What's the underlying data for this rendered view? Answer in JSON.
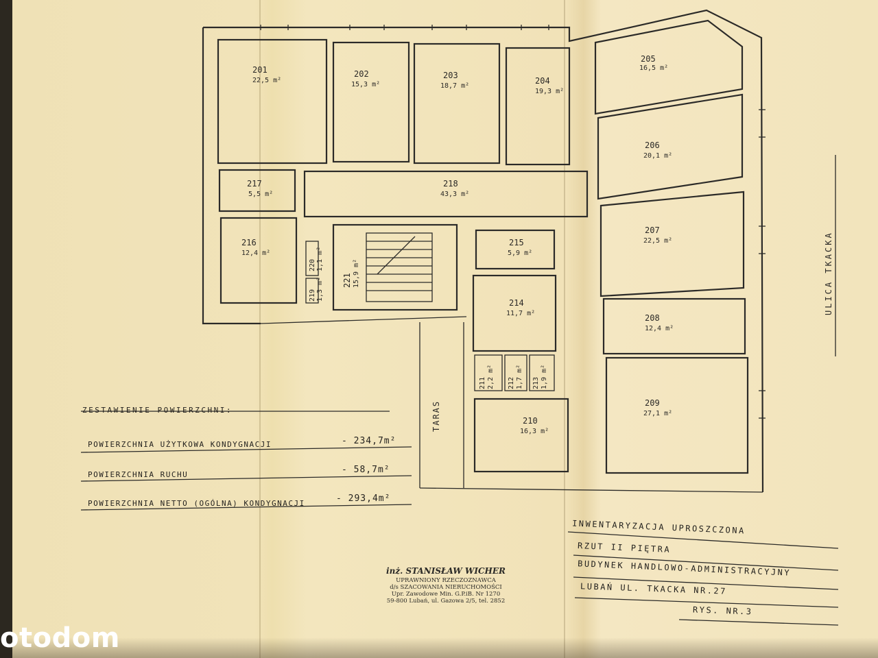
{
  "rooms": [
    {
      "num": "201",
      "area": "22,5 m²"
    },
    {
      "num": "202",
      "area": "15,3 m²"
    },
    {
      "num": "203",
      "area": "18,7 m²"
    },
    {
      "num": "204",
      "area": "19,3 m²"
    },
    {
      "num": "205",
      "area": "16,5 m²"
    },
    {
      "num": "206",
      "area": "20,1 m²"
    },
    {
      "num": "207",
      "area": "22,5 m²"
    },
    {
      "num": "208",
      "area": "12,4 m²"
    },
    {
      "num": "209",
      "area": "27,1 m²"
    },
    {
      "num": "210",
      "area": "16,3 m²"
    },
    {
      "num": "211",
      "area": "2,2 m²"
    },
    {
      "num": "212",
      "area": "1,7 m²"
    },
    {
      "num": "213",
      "area": "1,9 m²"
    },
    {
      "num": "214",
      "area": "11,7 m²"
    },
    {
      "num": "215",
      "area": "5,9 m²"
    },
    {
      "num": "216",
      "area": "12,4 m²"
    },
    {
      "num": "217",
      "area": "5,5 m²"
    },
    {
      "num": "218",
      "area": "43,3 m²"
    },
    {
      "num": "219",
      "area": "1,3 m²"
    },
    {
      "num": "220",
      "area": "1,1 m²"
    },
    {
      "num": "221",
      "area": "15,9 m²"
    }
  ],
  "labels": {
    "taras": "TARAS",
    "street": "ULICA TKACKA"
  },
  "summary": {
    "title": "ZESTAWIENIE POWIERZCHNI:",
    "rows": [
      {
        "label": "POWIERZCHNIA UŻYTKOWA KONDYGNACJI",
        "value": "- 234,7m²"
      },
      {
        "label": "POWIERZCHNIA RUCHU",
        "value": "- 58,7m²"
      },
      {
        "label": "POWIERZCHNIA NETTO (OGÓLNA) KONDYGNACJI",
        "value": "- 293,4m²"
      }
    ]
  },
  "title_block": {
    "line1": "INWENTARYZACJA UPROSZCZONA",
    "line2": "RZUT II PIĘTRA",
    "line3": "BUDYNEK HANDLOWO-ADMINISTRACYJNY",
    "line4": "LUBAŃ UL. TKACKA NR.27",
    "line5": "RYS. NR.3"
  },
  "stamp": {
    "name": "inż. STANISŁAW WICHER",
    "line2": "UPRAWNIONY RZECZOZNAWCA",
    "line3": "d/s SZACOWANIA NIERUCHOMOŚCI",
    "line4": "Upr. Zawodowe Min. G.P.iB. Nr 1270",
    "line5": "59-800 Lubań, ul. Gazowa 2/5, tel. 2852"
  },
  "logo": "otodom",
  "colors": {
    "paper": "#f1e3b9",
    "ink": "#2b2a28",
    "logo": "#ffffff"
  }
}
